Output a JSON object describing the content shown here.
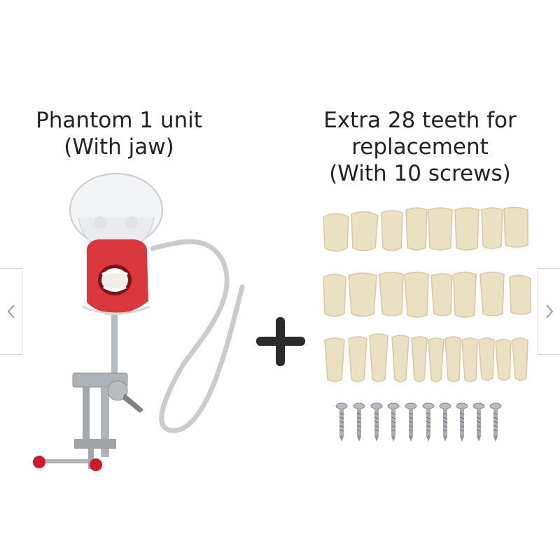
{
  "left_caption": {
    "line1": "Phantom 1 unit",
    "line2": "(With jaw)"
  },
  "right_caption": {
    "line1": "Extra 28 teeth for",
    "line2": "replacement",
    "line3": "(With 10 screws)"
  },
  "nav": {
    "prev_icon": "chevron-left-icon",
    "next_icon": "chevron-right-icon"
  },
  "colors": {
    "face_red": "#d9383e",
    "tooth": "#ece0c3",
    "tube": "#c9ccce",
    "metal": "#9fa4a8",
    "knob": "#d0182b",
    "plus": "#2b2b2b"
  }
}
